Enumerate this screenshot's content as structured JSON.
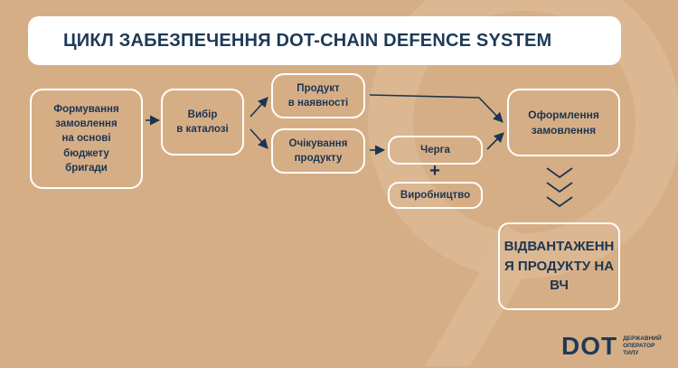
{
  "title": "ЦИКЛ ЗАБЕЗПЕЧЕННЯ DOT-CHAIN DEFENCE SYSTEM",
  "nodes": {
    "order": [
      "Формування",
      "замовлення",
      "на основі",
      "бюджету",
      "бригади"
    ],
    "catalog": [
      "Вибір",
      "в каталозі"
    ],
    "in_stock": [
      "Продукт",
      "в наявності"
    ],
    "awaiting": [
      "Очікування",
      "продукту"
    ],
    "queue": [
      "Черга"
    ],
    "production": [
      "Виробництво"
    ],
    "processing": [
      "Оформлення",
      "замовлення"
    ],
    "shipment": [
      "ВІДВАНТАЖЕНН",
      "Я ПРОДУКТУ НА",
      "ВЧ"
    ]
  },
  "plus_sign": "+",
  "logo": {
    "mark": "DOT",
    "subtitle": [
      "ДЕРЖАВНИЙ",
      "ОПЕРАТОР",
      "ТИЛУ"
    ]
  },
  "colors": {
    "background": "#d6ae86",
    "accent_dark": "#1b3551",
    "box_border": "#ffffff"
  }
}
